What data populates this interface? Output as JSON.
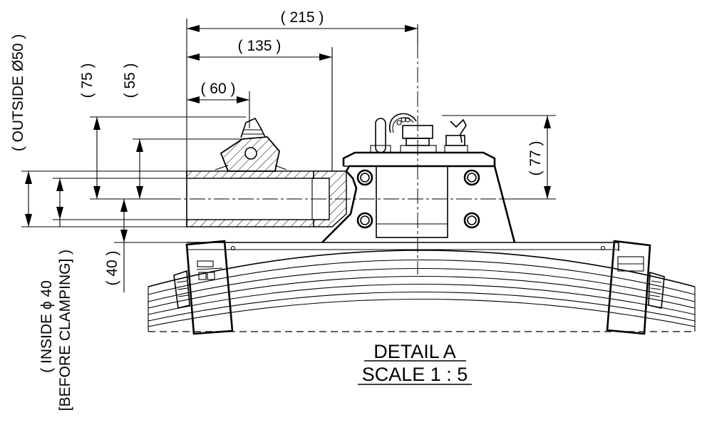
{
  "dimensions": {
    "d215": "( 215 )",
    "d135": "( 135 )",
    "d60": "( 60 )",
    "d75": "( 75 )",
    "d55": "( 55 )",
    "d77": "( 77 )",
    "d40": "( 40 )",
    "outside": "( OUTSIDE Ø50 )",
    "inside_line1": "( INSIDE ϕ 40",
    "inside_line2": "[BEFORE CLAMPING] )"
  },
  "caption": {
    "title": "DETAIL A",
    "scale": "SCALE 1 : 5"
  }
}
